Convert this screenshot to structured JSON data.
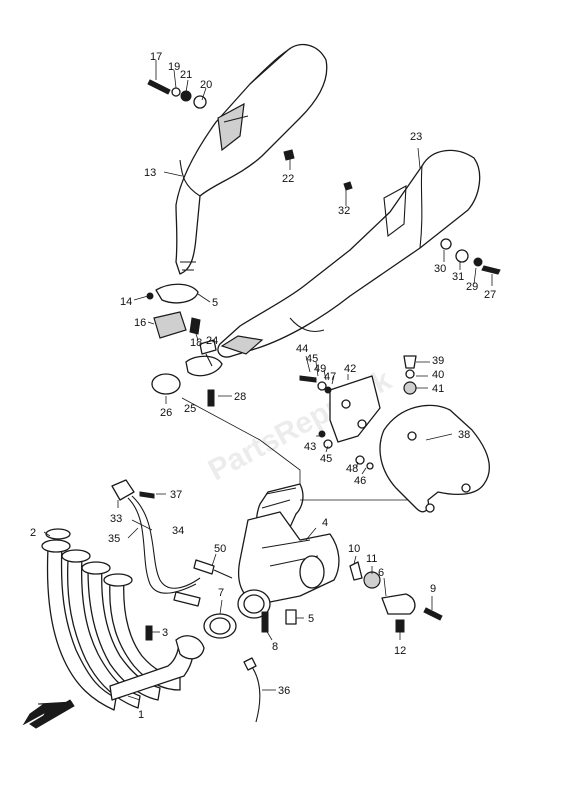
{
  "watermark": "PartsRepublik",
  "callouts": {
    "c1": "1",
    "c2": "2",
    "c3": "3",
    "c4": "4",
    "c5a": "5",
    "c5b": "5",
    "c6": "6",
    "c7": "7",
    "c8": "8",
    "c9": "9",
    "c10": "10",
    "c11": "11",
    "c12": "12",
    "c13": "13",
    "c14": "14",
    "c16": "16",
    "c17": "17",
    "c18": "18",
    "c19": "19",
    "c20": "20",
    "c21": "21",
    "c22": "22",
    "c23": "23",
    "c24": "24",
    "c25": "25",
    "c26": "26",
    "c27": "27",
    "c28": "28",
    "c29": "29",
    "c30": "30",
    "c31": "31",
    "c32": "32",
    "c33": "33",
    "c34": "34",
    "c35": "35",
    "c36": "36",
    "c37": "37",
    "c38": "38",
    "c39": "39",
    "c40": "40",
    "c41": "41",
    "c42": "42",
    "c43": "43",
    "c44": "44",
    "c45a": "45",
    "c45b": "45",
    "c46": "46",
    "c47": "47",
    "c48": "48",
    "c49": "49",
    "c50": "50"
  },
  "icons": {
    "front_arrow": "arrow-down-left-icon"
  }
}
